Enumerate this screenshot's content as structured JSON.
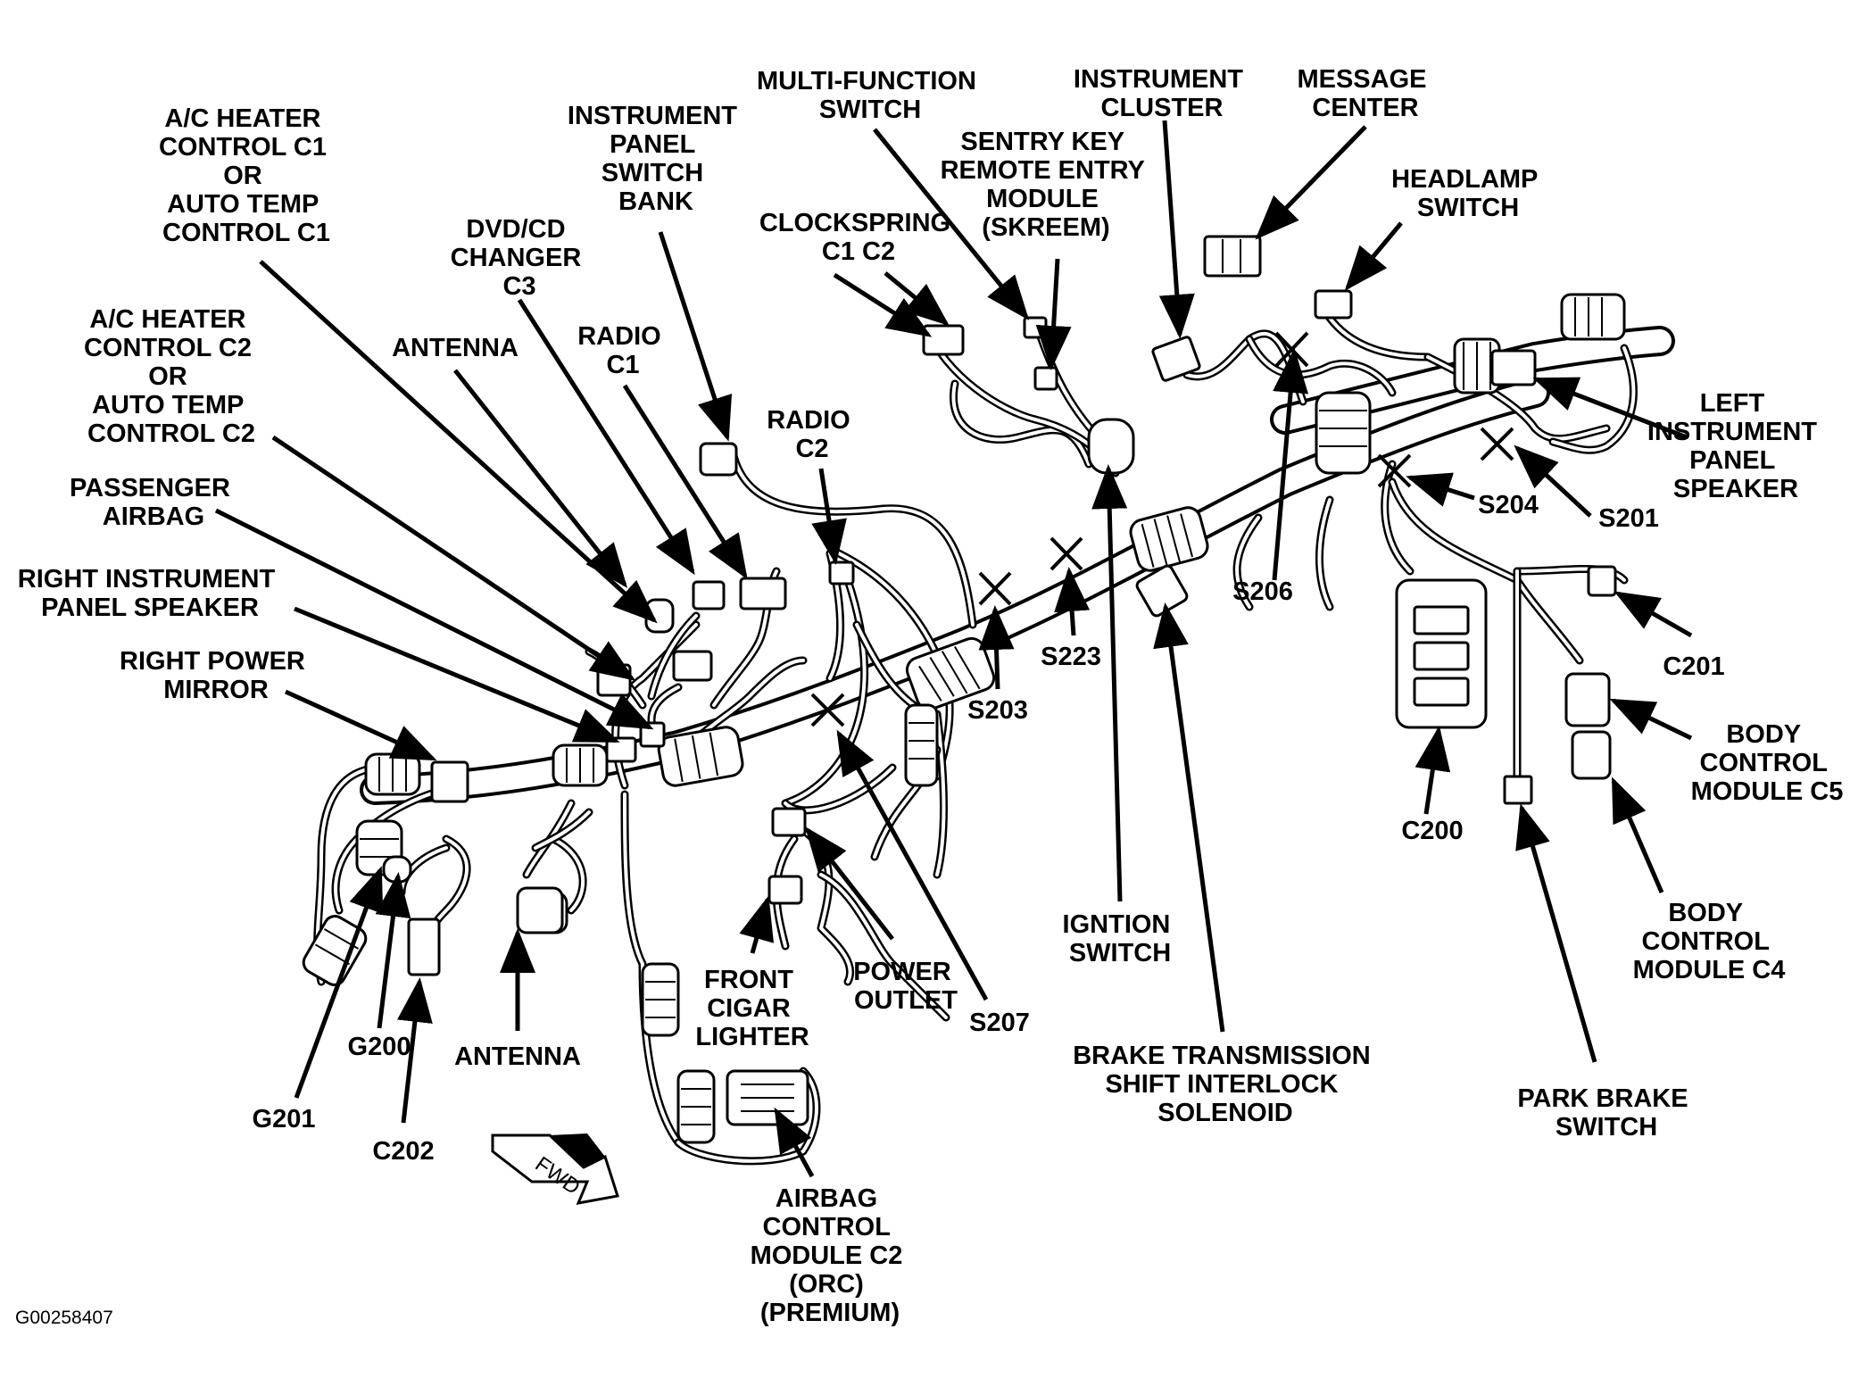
{
  "figure_id": "G00258407",
  "fwd_label": "FWD",
  "labels": [
    {
      "id": "ac-heater-c1",
      "lines": [
        "A/C HEATER",
        "CONTROL C1",
        "OR",
        "AUTO TEMP",
        "CONTROL C1"
      ]
    },
    {
      "id": "ac-heater-c2",
      "lines": [
        "A/C HEATER",
        "CONTROL C2",
        "OR",
        "AUTO TEMP",
        "CONTROL C2"
      ]
    },
    {
      "id": "passenger-airbag",
      "lines": [
        "PASSENGER",
        "AIRBAG"
      ]
    },
    {
      "id": "right-ip-speaker",
      "lines": [
        "RIGHT INSTRUMENT",
        "PANEL SPEAKER"
      ]
    },
    {
      "id": "right-power-mirror",
      "lines": [
        "RIGHT POWER",
        "MIRROR"
      ]
    },
    {
      "id": "antenna-top",
      "lines": [
        "ANTENNA"
      ]
    },
    {
      "id": "dvd-cd-changer",
      "lines": [
        "DVD/CD",
        "CHANGER",
        "C3"
      ]
    },
    {
      "id": "radio-c1",
      "lines": [
        "RADIO",
        "C1"
      ]
    },
    {
      "id": "ip-switch-bank",
      "lines": [
        "INSTRUMENT",
        "PANEL",
        "SWITCH",
        "BANK"
      ]
    },
    {
      "id": "radio-c2",
      "lines": [
        "RADIO",
        "C2"
      ]
    },
    {
      "id": "clockspring",
      "lines": [
        "CLOCKSPRING",
        "C1  C2"
      ]
    },
    {
      "id": "multi-function-switch",
      "lines": [
        "MULTI-FUNCTION",
        "SWITCH"
      ]
    },
    {
      "id": "skreem",
      "lines": [
        "SENTRY KEY",
        "REMOTE ENTRY",
        "MODULE",
        "(SKREEM)"
      ]
    },
    {
      "id": "instrument-cluster",
      "lines": [
        "INSTRUMENT",
        "CLUSTER"
      ]
    },
    {
      "id": "message-center",
      "lines": [
        "MESSAGE",
        "CENTER"
      ]
    },
    {
      "id": "headlamp-switch",
      "lines": [
        "HEADLAMP",
        "SWITCH"
      ]
    },
    {
      "id": "left-ip-speaker",
      "lines": [
        "LEFT",
        "INSTRUMENT",
        "PANEL",
        "SPEAKER"
      ]
    },
    {
      "id": "s204",
      "lines": [
        "S204"
      ]
    },
    {
      "id": "s201",
      "lines": [
        "S201"
      ]
    },
    {
      "id": "s206",
      "lines": [
        "S206"
      ]
    },
    {
      "id": "c201",
      "lines": [
        "C201"
      ]
    },
    {
      "id": "bcm-c5",
      "lines": [
        "BODY",
        "CONTROL",
        "MODULE C5"
      ]
    },
    {
      "id": "c200",
      "lines": [
        "C200"
      ]
    },
    {
      "id": "bcm-c4",
      "lines": [
        "BODY",
        "CONTROL",
        "MODULE C4"
      ]
    },
    {
      "id": "park-brake-switch",
      "lines": [
        "PARK BRAKE",
        "SWITCH"
      ]
    },
    {
      "id": "s223",
      "lines": [
        "S223"
      ]
    },
    {
      "id": "s203",
      "lines": [
        "S203"
      ]
    },
    {
      "id": "ignition-switch",
      "lines": [
        "IGNTION",
        "SWITCH"
      ]
    },
    {
      "id": "btsi-solenoid",
      "lines": [
        "BRAKE TRANSMISSION",
        "SHIFT INTERLOCK",
        "SOLENOID"
      ]
    },
    {
      "id": "s207",
      "lines": [
        "S207"
      ]
    },
    {
      "id": "power-outlet",
      "lines": [
        "POWER",
        "OUTLET"
      ]
    },
    {
      "id": "front-cigar-lighter",
      "lines": [
        "FRONT",
        "CIGAR",
        "LIGHTER"
      ]
    },
    {
      "id": "airbag-control-module",
      "lines": [
        "AIRBAG",
        "CONTROL",
        "MODULE C2",
        "(ORC)",
        "(PREMIUM)"
      ]
    },
    {
      "id": "antenna-bottom",
      "lines": [
        "ANTENNA"
      ]
    },
    {
      "id": "g200",
      "lines": [
        "G200"
      ]
    },
    {
      "id": "g201",
      "lines": [
        "G201"
      ]
    },
    {
      "id": "c202",
      "lines": [
        "C202"
      ]
    }
  ]
}
